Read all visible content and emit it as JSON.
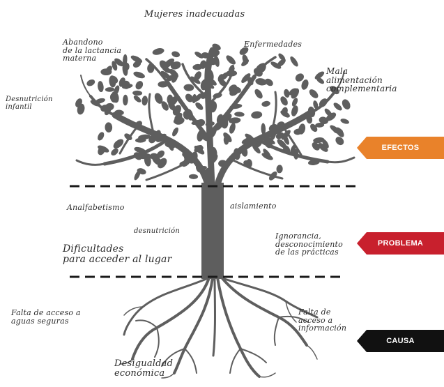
{
  "labels": {
    "top_title": "Mujeres inadecuadas",
    "abandono": "Abandono\nde la lactancia\nmaterna",
    "enfermedades": "Enfermedades",
    "mala_alimentacion": "Mala\nalimentación\ncomplementaria",
    "desnutricion_infantil": "Desnutrición\ninfantil",
    "analfabetismo": "Analfabetismo",
    "aislamiento": "aislamiento",
    "desnutricion": "desnutrición",
    "ignorancia": "Ignorancia,\ndesconocimiento\nde las prácticas",
    "dificultades": "Dificultades\npara acceder al lugar",
    "falta_agua": "Falta de acceso a\naguas seguras",
    "falta_info": "Falta de\nacceso a\ninformación",
    "desigualdad": "Desigualdad\neconómica"
  },
  "tags": {
    "efectos": {
      "label": "EFECTOS",
      "color": "#e9822a"
    },
    "problema": {
      "label": "PROBLEMA",
      "color": "#c8202d"
    },
    "causa": {
      "label": "CAUSA",
      "color": "#111111"
    }
  },
  "colors": {
    "tree": "#5e5e5e",
    "divider": "#1a1a1a"
  }
}
